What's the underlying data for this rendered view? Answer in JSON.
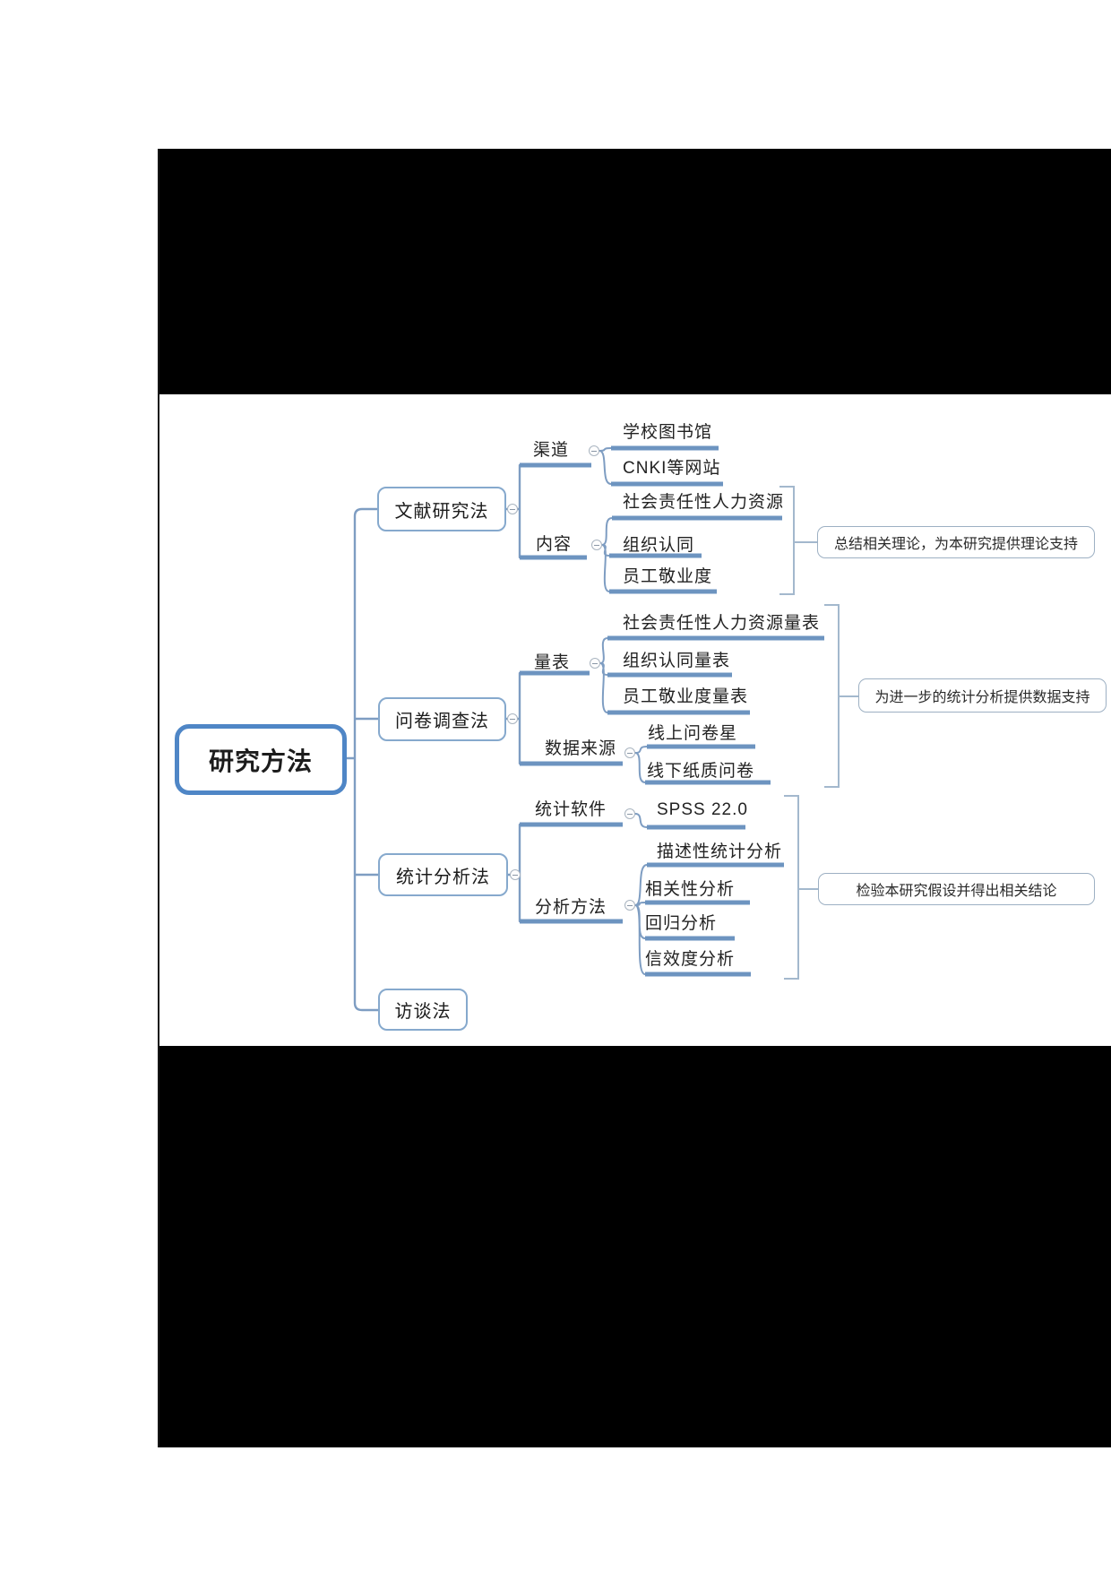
{
  "mindmap": {
    "root": "研究方法",
    "branches": [
      {
        "label": "文献研究法",
        "groups": [
          {
            "label": "渠道",
            "items": [
              "学校图书馆",
              "CNKI等网站"
            ]
          },
          {
            "label": "内容",
            "items": [
              "社会责任性人力资源",
              "组织认同",
              "员工敬业度"
            ]
          }
        ],
        "summary": "总结相关理论，为本研究提供理论支持"
      },
      {
        "label": "问卷调查法",
        "groups": [
          {
            "label": "量表",
            "items": [
              "社会责任性人力资源量表",
              "组织认同量表",
              "员工敬业度量表"
            ]
          },
          {
            "label": "数据来源",
            "items": [
              "线上问卷星",
              "线下纸质问卷"
            ]
          }
        ],
        "summary": "为进一步的统计分析提供数据支持"
      },
      {
        "label": "统计分析法",
        "groups": [
          {
            "label": "统计软件",
            "items": [
              "SPSS 22.0"
            ]
          },
          {
            "label": "分析方法",
            "items": [
              "描述性统计分析",
              "相关性分析",
              "回归分析",
              "信效度分析"
            ]
          }
        ],
        "summary": "检验本研究假设并得出相关结论"
      },
      {
        "label": "访谈法",
        "groups": [],
        "summary": null
      }
    ],
    "icons": {
      "collapse": "minus-circle"
    },
    "colors": {
      "branch_line": "#7e9dc2",
      "underline": "#6d94c0",
      "root_border": "#4f86c6",
      "node_border": "#86a9cd",
      "bracket": "#a3b8cd",
      "redaction": "#000000"
    }
  }
}
